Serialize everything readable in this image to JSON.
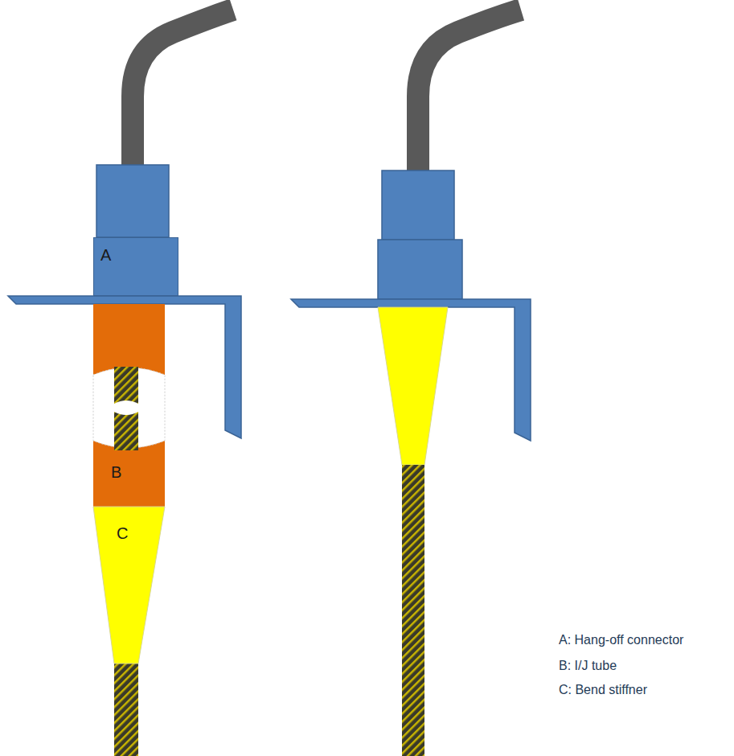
{
  "diagram": {
    "nodes": [
      {
        "text": [
          "A"
        ]
      },
      {
        "text": [
          "B"
        ]
      },
      {
        "text": [
          "C"
        ]
      }
    ],
    "labels": [
      "A: Hang-off connector",
      "B: I/J tube",
      "C: Bend stiffner"
    ]
  }
}
